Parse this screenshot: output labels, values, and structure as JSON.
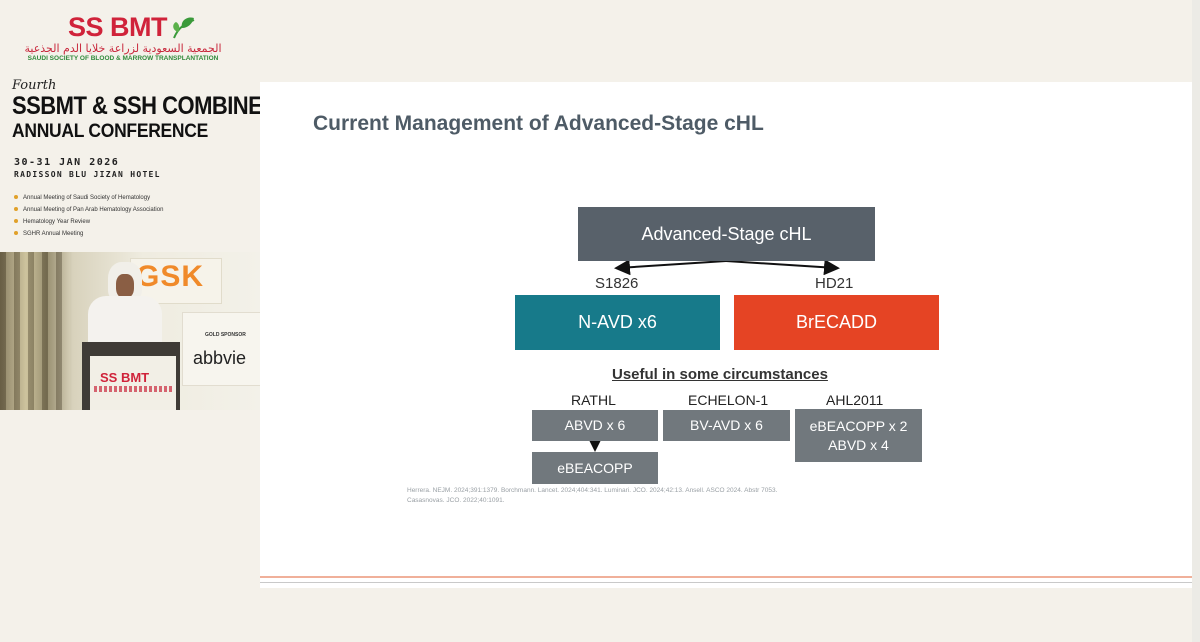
{
  "branding": {
    "logo": "SS BMT",
    "arabic_name": "الجمعية السعودية لزراعة خلايا الدم الجذعية",
    "society_en": "SAUDI SOCIETY OF BLOOD & MARROW TRANSPLANTATION",
    "ordinal": "Fourth",
    "title_line1": "SSBMT & SSH COMBINED",
    "title_line2": "ANNUAL CONFERENCE",
    "date": "30-31 JAN 2026",
    "venue": "RADISSON BLU JIZAN HOTEL",
    "meetings": [
      "Annual Meeting of Saudi Society of Hematology",
      "Annual Meeting of Pan Arab Hematology Association",
      "Hematology Year Review",
      "SGHR Annual Meeting"
    ],
    "accent_color": "#d0233a"
  },
  "camera": {
    "banner_text": "GSK",
    "sponsor_label": "GOLD SPONSOR",
    "sponsor_name": "abbvie",
    "podium_logo": "SS BMT"
  },
  "slide": {
    "title": "Current Management of Advanced-Stage cHL",
    "root_box": "Advanced-Stage cHL",
    "arms": [
      {
        "trial": "S1826",
        "regimen": "N-AVD x6",
        "color": "#177a8a"
      },
      {
        "trial": "HD21",
        "regimen": "BrECADD",
        "color": "#e54424"
      }
    ],
    "useful_heading": "Useful in some circumstances",
    "options": [
      {
        "trial": "RATHL",
        "regimen": "ABVD x 6",
        "followup": "eBEACOPP"
      },
      {
        "trial": "ECHELON-1",
        "regimen": "BV-AVD x 6"
      },
      {
        "trial": "AHL2011",
        "regimen_line1": "eBEACOPP x 2",
        "regimen_line2": "ABVD x 4"
      }
    ],
    "references_line1": "Herrera. NEJM. 2024;391:1379. Borchmann. Lancet. 2024;404:341. Luminari. JCO. 2024;42:13. Ansell. ASCO 2024. Abstr 7053.",
    "references_line2": "Casasnovas. JCO. 2022;40:1091."
  }
}
